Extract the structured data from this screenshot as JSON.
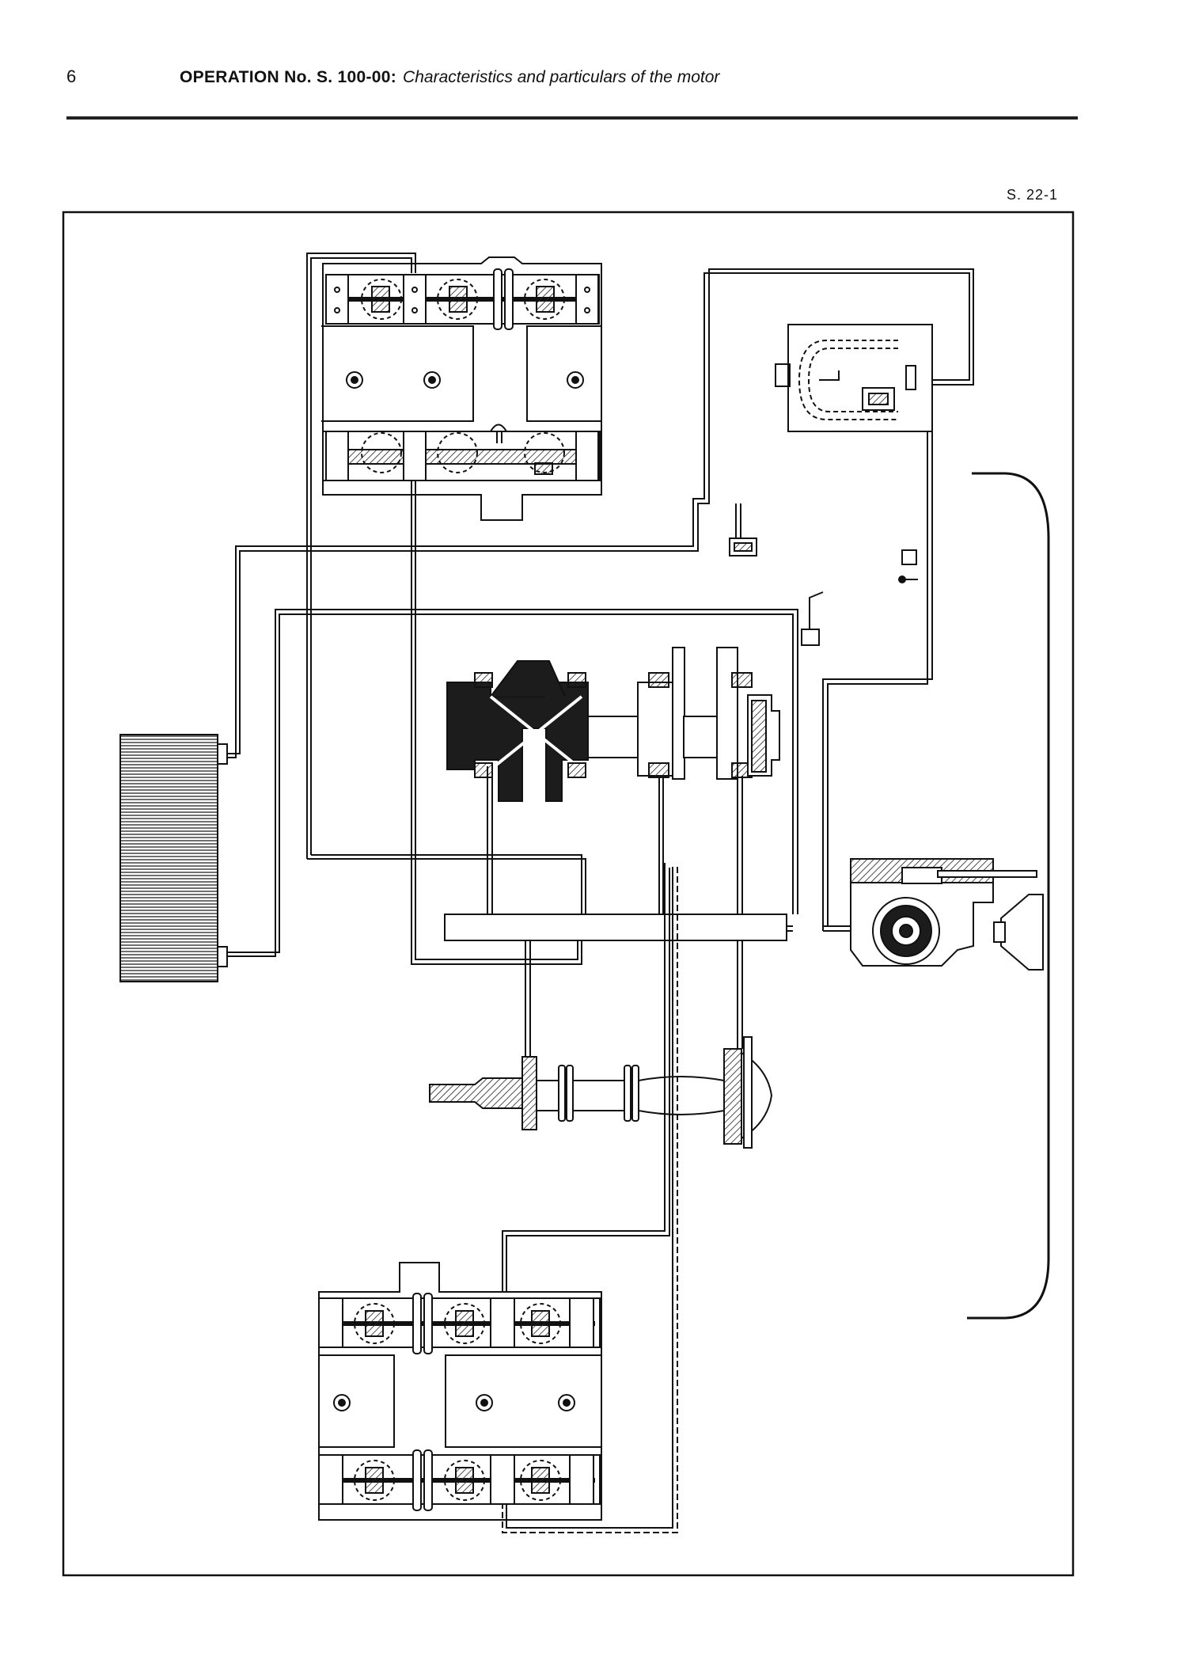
{
  "page": {
    "number": "6",
    "operation": "OPERATION No. S. 100-00:",
    "description": "Characteristics and particulars of the motor",
    "figure_code": "S. 22-1"
  }
}
